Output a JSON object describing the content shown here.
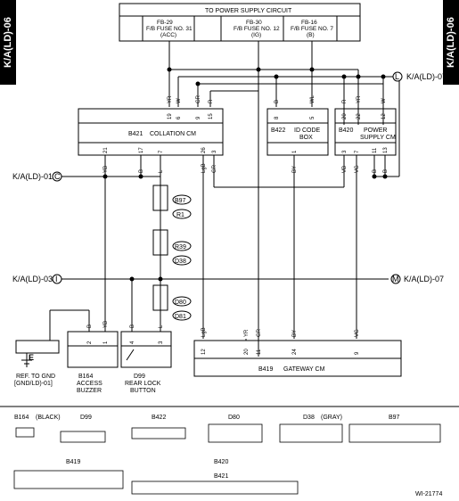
{
  "page_tag_left": "K/A(LD)-06",
  "page_tag_right": "K/A(LD)-06",
  "power_supply": {
    "title": "TO POWER SUPPLY CIRCUIT",
    "fuses": [
      {
        "id": "FB-29",
        "line1": "F/B FUSE NO. 31",
        "line2": "(ACC)"
      },
      {
        "id": "FB-30",
        "line1": "F/B FUSE NO. 12",
        "line2": "(IG)"
      },
      {
        "id": "FB-16",
        "line1": "F/B FUSE NO. 7",
        "line2": "(B)"
      }
    ]
  },
  "refs": {
    "right_top": "K/A(LD)-07",
    "left_c": "K/A(LD)-01",
    "left_i": "K/A(LD)-03",
    "right_m": "K/A(LD)-07",
    "marker_l": "L",
    "marker_c": "C",
    "marker_i": "I",
    "marker_m": "M"
  },
  "components": {
    "collation": {
      "code": "B421",
      "name": "COLLATION CM"
    },
    "idcode": {
      "code": "B422",
      "name1": "ID CODE",
      "name2": "BOX"
    },
    "psu": {
      "code": "B420",
      "name1": "POWER",
      "name2": "SUPPLY CM"
    },
    "gateway": {
      "code": "B419",
      "name": "GATEWAY CM"
    },
    "buzzer": {
      "code": "B164",
      "name1": "ACCESS",
      "name2": "BUZZER"
    },
    "rearlock": {
      "code": "D99",
      "name1": "REAR LOCK",
      "name2": "BUTTON"
    },
    "ground": {
      "line1": "REF. TO GND",
      "line2": "[GND/LD)-01]"
    }
  },
  "joints": [
    "B97",
    "R1",
    "R39",
    "D38",
    "D80",
    "D81"
  ],
  "pins": {
    "collation_top": [
      "19",
      "6",
      "9",
      "15"
    ],
    "collation_wires_top": [
      "YR",
      "W",
      "GR",
      "R"
    ],
    "collation_bottom": [
      "21",
      "17",
      "7",
      "26",
      "3"
    ],
    "collation_wires_bottom": [
      "YB",
      "B",
      "L",
      "LgB",
      "GR"
    ],
    "idcode_top": [
      "8",
      "5"
    ],
    "idcode_wires_top": [
      "B",
      "WL"
    ],
    "idcode_bottom": [
      "1"
    ],
    "idcode_wires_bottom": [
      "BY"
    ],
    "psu_top": [
      "20",
      "22",
      "12"
    ],
    "psu_wires_top": [
      "R",
      "YR",
      "W"
    ],
    "psu_bottom": [
      "3",
      "7",
      "11",
      "13"
    ],
    "psu_wires_bottom": [
      "VB",
      "VG",
      "B",
      "B"
    ],
    "gateway": [
      "12",
      "20",
      "11",
      "24",
      "9"
    ],
    "gateway_wires": [
      "LgB",
      "YR",
      "GR",
      "BY",
      "VG"
    ],
    "buzzer": [
      "2",
      "1"
    ],
    "buzzer_wires": [
      "B",
      "YB"
    ],
    "rearlock": [
      "4",
      "3"
    ],
    "rearlock_wires": [
      "B",
      "L"
    ]
  },
  "connector_legend": {
    "b164": "B164",
    "b164_note": "(BLACK)",
    "d99": "D99",
    "b422": "B422",
    "d80": "D80",
    "d38": "D38",
    "d38_note": "(GRAY)",
    "b97": "B97",
    "b419": "B419",
    "b420": "B420",
    "b421": "B421"
  },
  "figure_id": "WI-21774"
}
